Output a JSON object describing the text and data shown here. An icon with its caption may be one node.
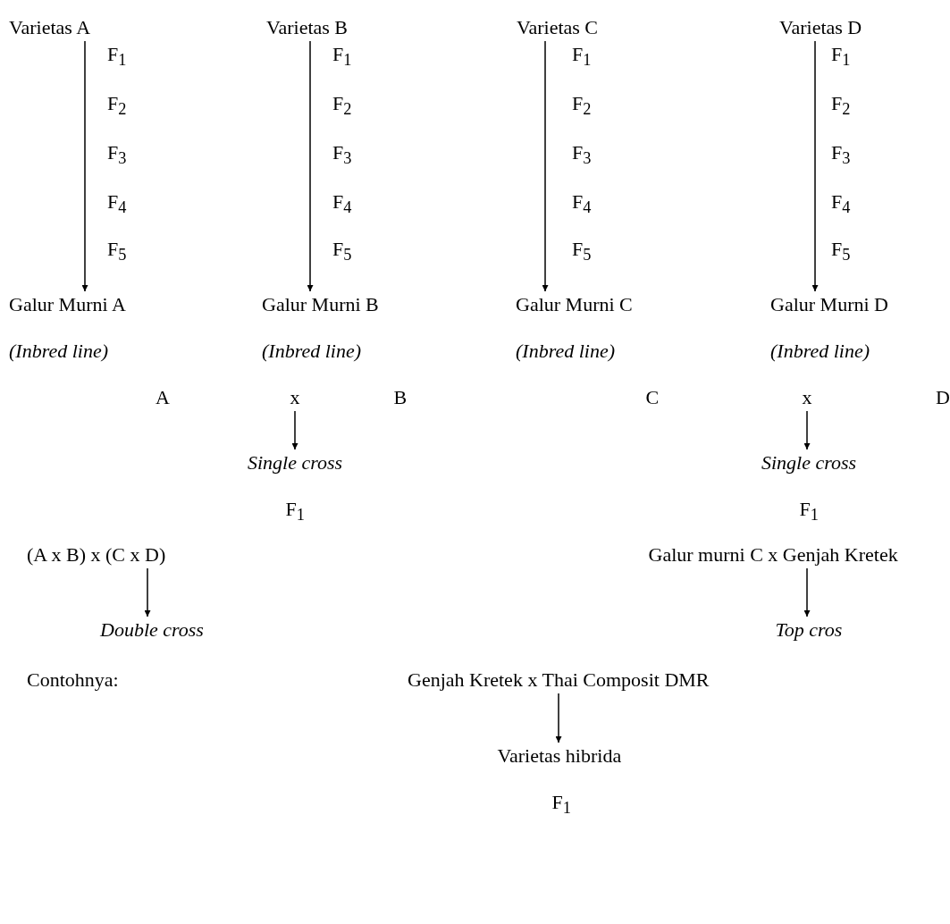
{
  "diagram": {
    "nodes": [
      {
        "text": [
          "Varietas A"
        ]
      },
      {
        "text": [
          "Varietas B"
        ]
      },
      {
        "text": [
          "Varietas C"
        ]
      },
      {
        "text": [
          "Varietas D"
        ]
      },
      {
        "text": [
          "Galur Murni A",
          "(Inbred line)"
        ]
      },
      {
        "text": [
          "Galur Murni B",
          "(Inbred line)"
        ]
      },
      {
        "text": [
          "Galur Murni C",
          "(Inbred line)"
        ]
      },
      {
        "text": [
          "Galur Murni D",
          "(Inbred line)"
        ]
      },
      {
        "text": [
          "x"
        ]
      },
      {
        "text": [
          "x"
        ]
      },
      {
        "text": [
          "Single cross"
        ]
      },
      {
        "text": [
          "Single cross"
        ]
      },
      {
        "text": [
          "(A x B) x (C x D)"
        ]
      },
      {
        "text": [
          "Double cross"
        ]
      },
      {
        "text": [
          "Galur murni C x Genjah Kretek"
        ]
      },
      {
        "text": [
          "Top cros"
        ]
      },
      {
        "text": [
          "Genjah Kretek x Thai Composit DMR"
        ]
      },
      {
        "text": [
          "Varietas hibrida"
        ]
      }
    ],
    "edges": [
      {
        "from": 0,
        "to": 4,
        "arrow": "to"
      },
      {
        "from": 1,
        "to": 5,
        "arrow": "to"
      },
      {
        "from": 2,
        "to": 6,
        "arrow": "to"
      },
      {
        "from": 3,
        "to": 7,
        "arrow": "to"
      },
      {
        "from": 8,
        "to": 10,
        "arrow": "to"
      },
      {
        "from": 9,
        "to": 11,
        "arrow": "to"
      },
      {
        "from": 12,
        "to": 13,
        "arrow": "to"
      },
      {
        "from": 14,
        "to": 15,
        "arrow": "to"
      },
      {
        "from": 16,
        "to": 17,
        "arrow": "to"
      }
    ],
    "labels": [
      "F$_{1}$",
      "F$_{1}$",
      "F$_{1}$",
      "F$_{1}$",
      "F$_{2}$",
      "F$_{2}$",
      "F$_{2}$",
      "F$_{2}$",
      "F$_{3}$",
      "F$_{3}$",
      "F$_{3}$",
      "F$_{3}$",
      "F$_{4}$",
      "F$_{4}$",
      "F$_{4}$",
      "F$_{4}$",
      "F$_{5}$",
      "F$_{5}$",
      "F$_{5}$",
      "F$_{5}$",
      "A",
      "B",
      "C",
      "D",
      "F$_{1}$",
      "F$_{1}$",
      "Contohnya:",
      "F$_{1}$"
    ]
  }
}
